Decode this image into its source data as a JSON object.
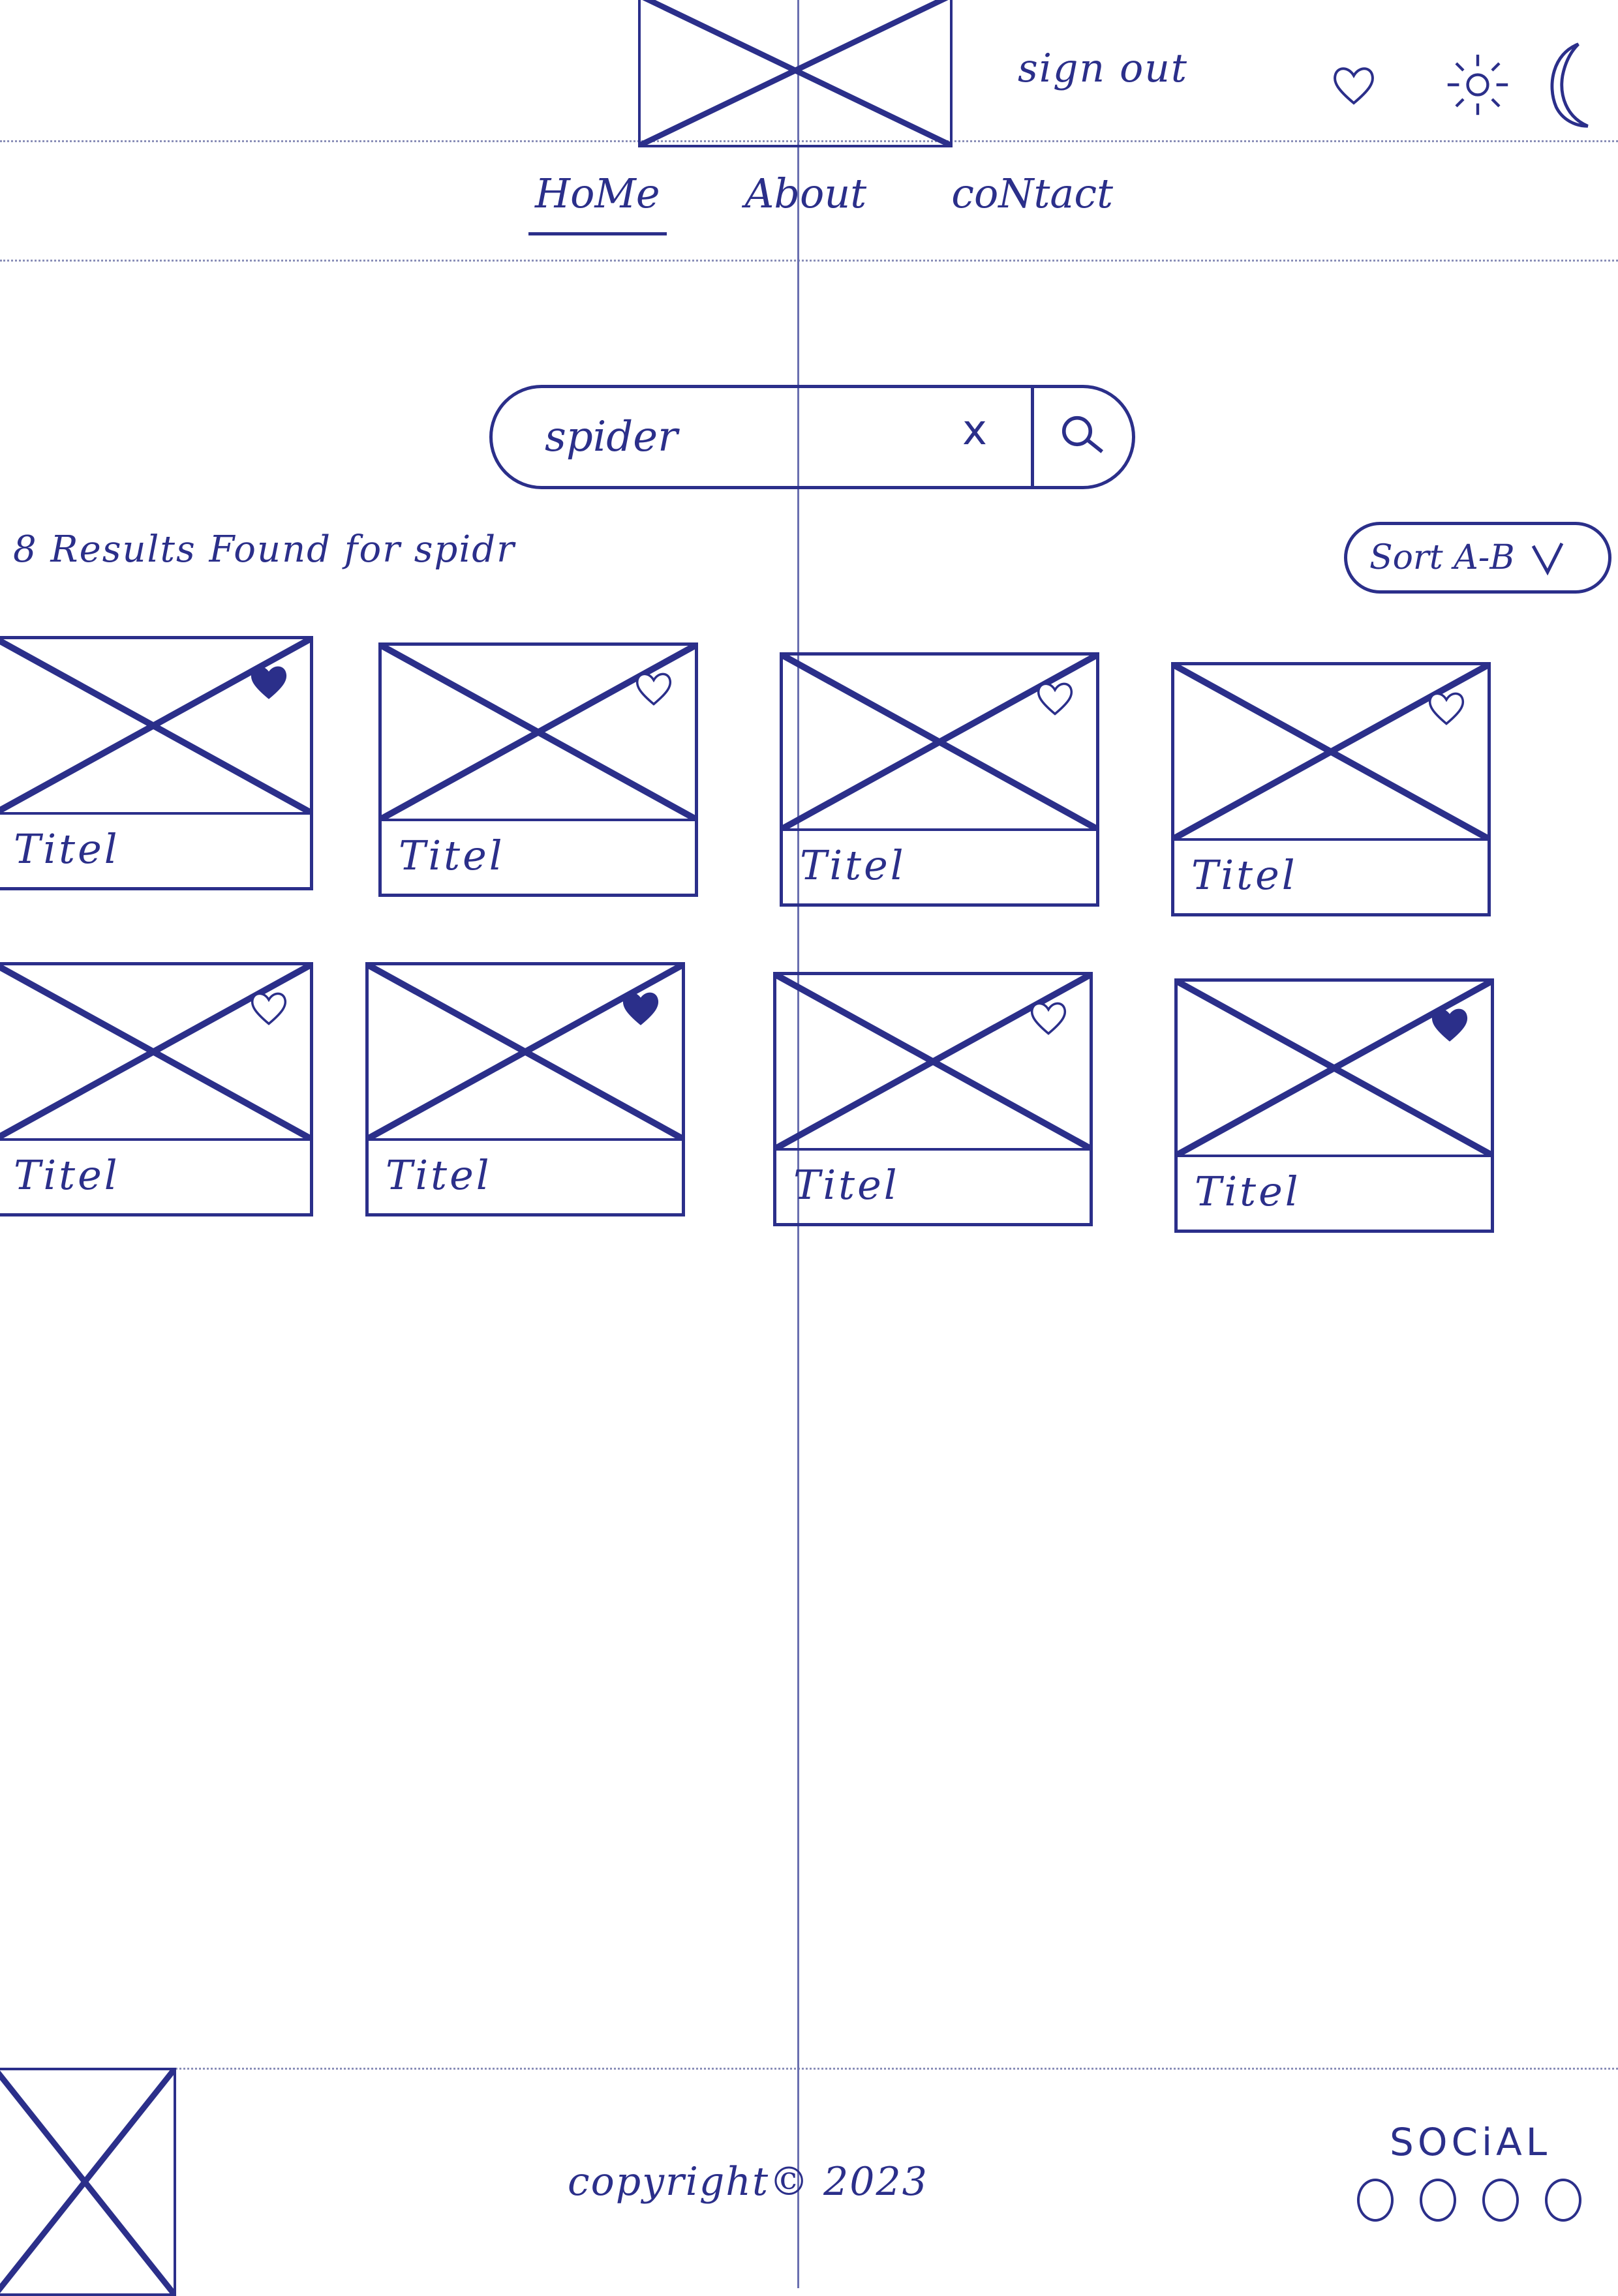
{
  "header": {
    "sign_out_label": "sign out",
    "favorites_icon": "heart-icon",
    "theme_light_icon": "sun-icon",
    "theme_dark_icon": "moon-icon"
  },
  "nav": {
    "items": [
      {
        "label": "HoMe",
        "active": true
      },
      {
        "label": "About",
        "active": false
      },
      {
        "label": "coNtact",
        "active": false
      }
    ]
  },
  "search": {
    "value": "spider",
    "clear_label": "x",
    "button_icon": "search-icon"
  },
  "results": {
    "summary": "8 Results Found for spidr",
    "sort_label": "Sort A-B"
  },
  "cards": [
    {
      "title": "Titel",
      "favorited": true
    },
    {
      "title": "Titel",
      "favorited": false
    },
    {
      "title": "Titel",
      "favorited": false
    },
    {
      "title": "Titel",
      "favorited": false
    },
    {
      "title": "Titel",
      "favorited": false
    },
    {
      "title": "Titel",
      "favorited": true
    },
    {
      "title": "Titel",
      "favorited": false
    },
    {
      "title": "Titel",
      "favorited": true
    }
  ],
  "footer": {
    "copyright": "copyright© 2023",
    "social_label": "SOCiAL",
    "social_icons": [
      "circle-icon",
      "circle-icon",
      "circle-icon",
      "circle-icon"
    ]
  },
  "colors": {
    "ink": "#2b2f8a",
    "paper": "#ffffff"
  }
}
